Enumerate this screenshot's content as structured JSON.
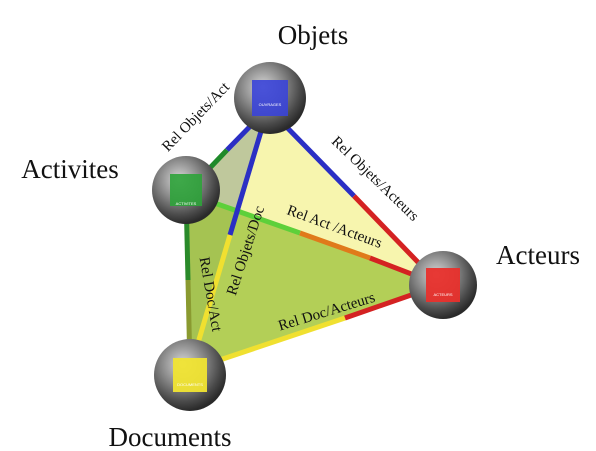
{
  "nodes": {
    "objets": {
      "title": "Objets",
      "box_label": "OUVRAGES",
      "color": "#3a44d8"
    },
    "activites": {
      "title": "Activites",
      "box_label": "ACTIVITES",
      "color": "#2ea33a"
    },
    "acteurs": {
      "title": "Acteurs",
      "box_label": "ACTEURS",
      "color": "#e8302c"
    },
    "documents": {
      "title": "Documents",
      "box_label": "DOCUMENTS",
      "color": "#f0e432"
    }
  },
  "relations": {
    "objets_act": "Rel Objets/Act",
    "objets_acteurs": "Rel Objets/Acteurs",
    "act_acteurs": "Rel Act /Acteurs",
    "objets_doc": "Rel Objets/Doc",
    "doc_act": "Rel Doc/Act",
    "doc_acteurs": "Rel Doc/Acteurs"
  },
  "colors": {
    "face_left": "#8a9a4a",
    "face_main": "#f6f3a0",
    "face_bottom": "#9cc23a"
  }
}
